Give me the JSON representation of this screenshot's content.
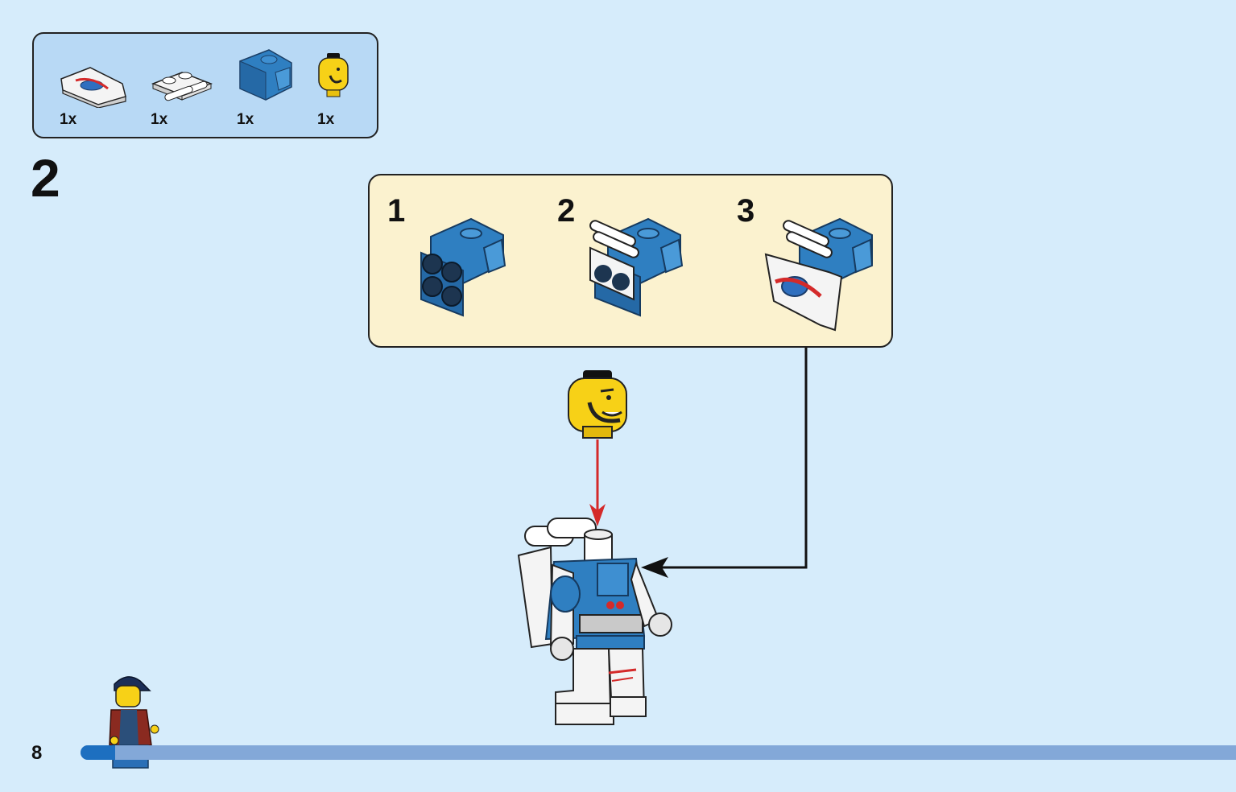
{
  "parts_list": {
    "items": [
      {
        "name": "curved-tile-logo",
        "qty": "1x"
      },
      {
        "name": "white-plate-handles",
        "qty": "1x"
      },
      {
        "name": "blue-neck-bracket",
        "qty": "1x"
      },
      {
        "name": "yellow-minifig-head",
        "qty": "1x"
      }
    ]
  },
  "step": {
    "number": "2",
    "substeps": [
      {
        "number": "1"
      },
      {
        "number": "2"
      },
      {
        "number": "3"
      }
    ]
  },
  "page": {
    "number": "8",
    "progress": 0.03
  },
  "colors": {
    "background": "#d6ecfb",
    "parts_box": "#b8d9f5",
    "substep_box": "#fbf2cf",
    "brick_blue": "#2f7fc1",
    "minifig_yellow": "#f7d117",
    "arrow_red": "#d42a2a",
    "progress_track": "#83a8d8",
    "progress_fill": "#1d6fc0"
  }
}
